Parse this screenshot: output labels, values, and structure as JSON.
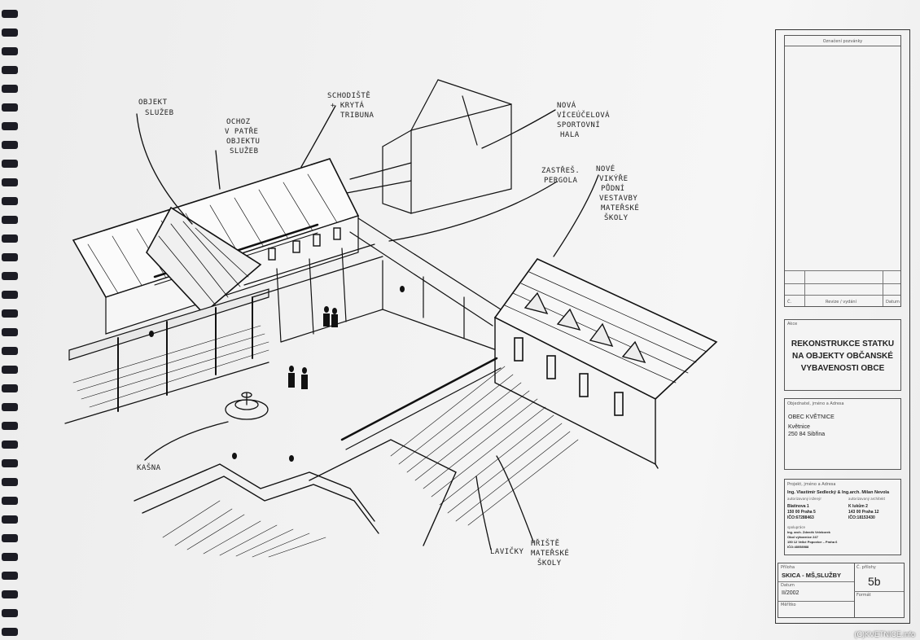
{
  "annotations": {
    "objekt_sluzeb": [
      "OBJEKT",
      "SLUŽEB"
    ],
    "ochoz": [
      "OCHOZ",
      "V PATŘE",
      "OBJEKTU",
      "SLUŽEB"
    ],
    "schodiste": [
      "SCHODIŠTĚ",
      "+ KRYTÁ",
      "TRIBUNA"
    ],
    "hala": [
      "NOVÁ",
      "VÍCEÚČELOVÁ",
      "SPORTOVNÍ",
      "HALA"
    ],
    "pergola": [
      "ZASTŘEŠ.",
      "PERGOLA"
    ],
    "vestavby": [
      "NOVÉ",
      "VIKÝŘE",
      "PŮDNÍ",
      "VESTAVBY",
      "MATEŘSKÉ",
      "ŠKOLY"
    ],
    "kasna": [
      "KAŠNA"
    ],
    "lavicky": [
      "LAVIČKY"
    ],
    "hriste": [
      "HŘIŠTĚ",
      "MATEŘSKÉ",
      "ŠKOLY"
    ]
  },
  "titleblock": {
    "approval_label": "Označení pozvánky",
    "rev_no": "Č.",
    "rev_label": "Revize / vydání",
    "rev_date": "Datum",
    "action_label": "Akce",
    "action_title": [
      "REKONSTRUKCE STATKU",
      "NA OBJEKTY OBČANSKÉ",
      "VYBAVENOSTI OBCE"
    ],
    "client_label": "Objednatel, jméno a Adresa",
    "client_name": "OBEC KVĚTNICE",
    "client_addr": [
      "Květnice",
      "250 84 Sibřina"
    ],
    "designer_label": "Projekt, jméno a Adresa",
    "designer_name": "Ing. Vlastimír Sedlecký & Ing.arch. Milan Nevola",
    "designer_sub1": "autorizovaný inženýr",
    "designer_sub2": "autorizovaný architekt",
    "designer_left": [
      "Blatinova 1",
      "150 00 Praha 5",
      "IČO:67288463"
    ],
    "designer_right": [
      "K lukům 2",
      "143 00 Praha 12",
      "IČO:18153430"
    ],
    "collab_label": "spolupráce",
    "collab_lines": [
      "Ing. arch. Zdeněk Veleborek",
      "Obol výtvarnice 247",
      "150 12 Velké Popovice – Praha 6",
      "IČO:48058988"
    ],
    "drawing_label": "Příloha",
    "drawing_name": "SKICA - MŠ,SLUŽBY",
    "number_label": "Č. přílohy",
    "number": "5b",
    "date_label": "Datum",
    "date": "II/2002",
    "scale_label": "Měřítko",
    "sheet_label": "Formát"
  },
  "copyright": "(C)KVETNICE.info"
}
